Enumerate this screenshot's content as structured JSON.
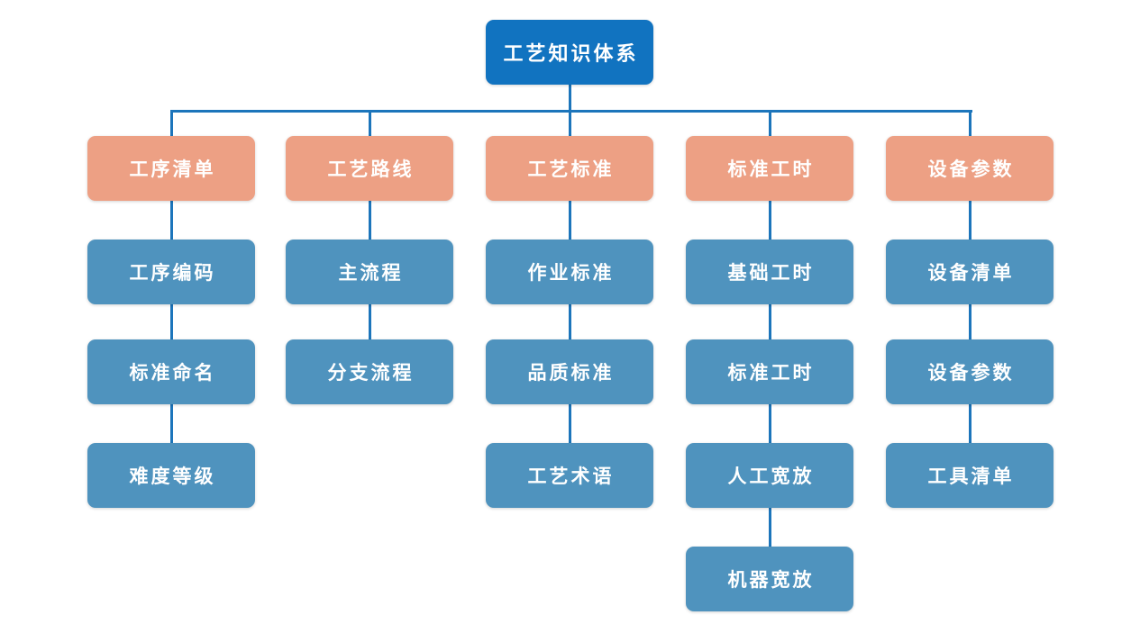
{
  "diagram": {
    "title": "工艺知识体系",
    "root": {
      "label": "工艺知识体系"
    },
    "branches": [
      {
        "label": "工序清单",
        "children": [
          "工序编码",
          "标准命名",
          "难度等级"
        ]
      },
      {
        "label": "工艺路线",
        "children": [
          "主流程",
          "分支流程"
        ]
      },
      {
        "label": "工艺标准",
        "children": [
          "作业标准",
          "品质标准",
          "工艺术语"
        ]
      },
      {
        "label": "标准工时",
        "children": [
          "基础工时",
          "标准工时",
          "人工宽放",
          "机器宽放"
        ]
      },
      {
        "label": "设备参数",
        "children": [
          "设备清单",
          "设备参数",
          "工具清单"
        ]
      }
    ],
    "colors": {
      "root_fill": "#1173c0",
      "branch_fill": "#eda084",
      "child_fill": "#4f93be",
      "connector": "#1c75bb",
      "text": "#ffffff",
      "background": "#ffffff"
    }
  }
}
